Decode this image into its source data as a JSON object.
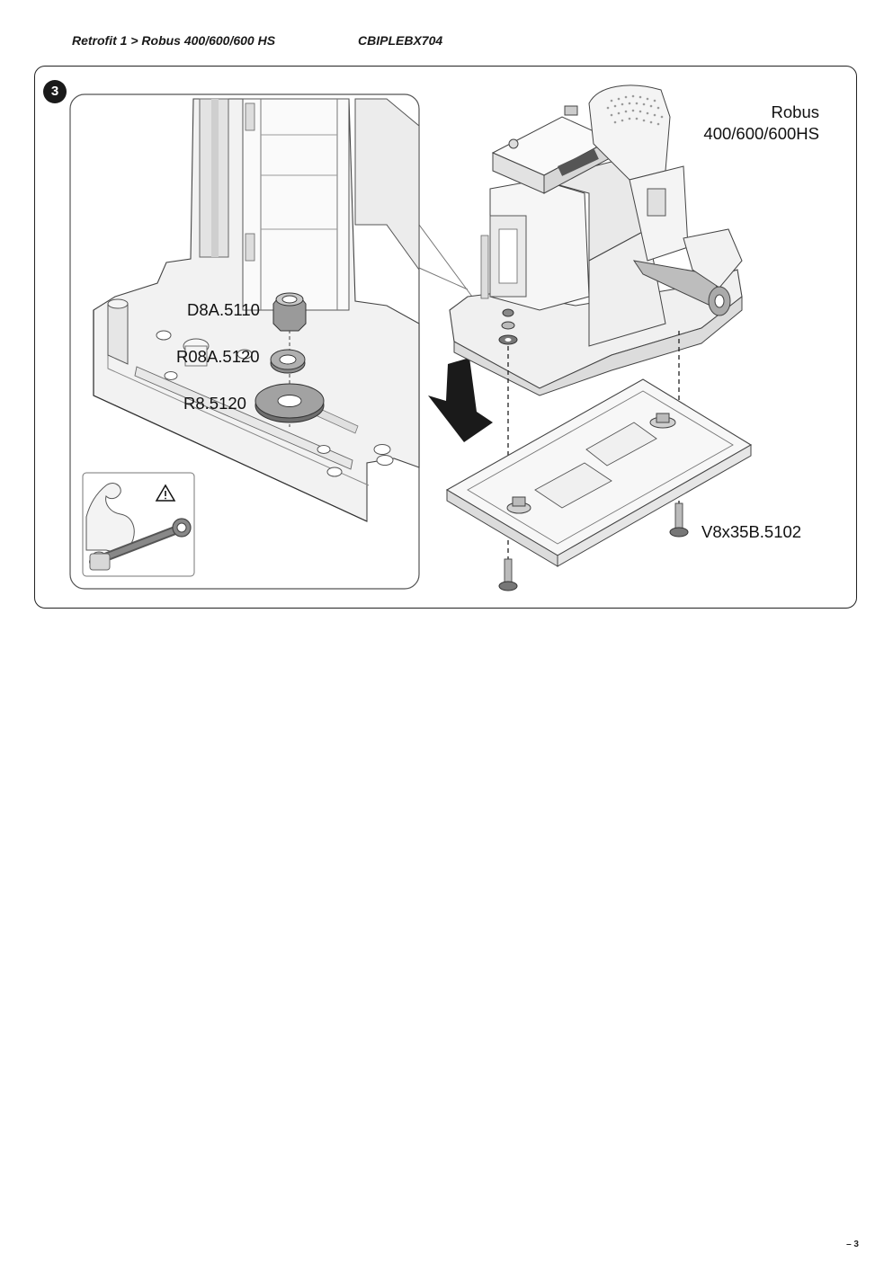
{
  "header": {
    "title": "Retrofit 1 > Robus 400/600/600 HS",
    "code": "CBIPLEBX704"
  },
  "step": {
    "number": "3"
  },
  "parts": {
    "nut": "D8A.5110",
    "lock_washer": "R08A.5120",
    "flat_washer": "R8.5120",
    "screw": "V8x35B.5102"
  },
  "product": {
    "line1": "Robus",
    "line2": "400/600/600HS"
  },
  "icons": {
    "warning": "warning-triangle-icon",
    "tighten": "strength-wrench-icon",
    "arrow": "down-arrow-icon"
  },
  "footer": {
    "page": "– 3"
  }
}
